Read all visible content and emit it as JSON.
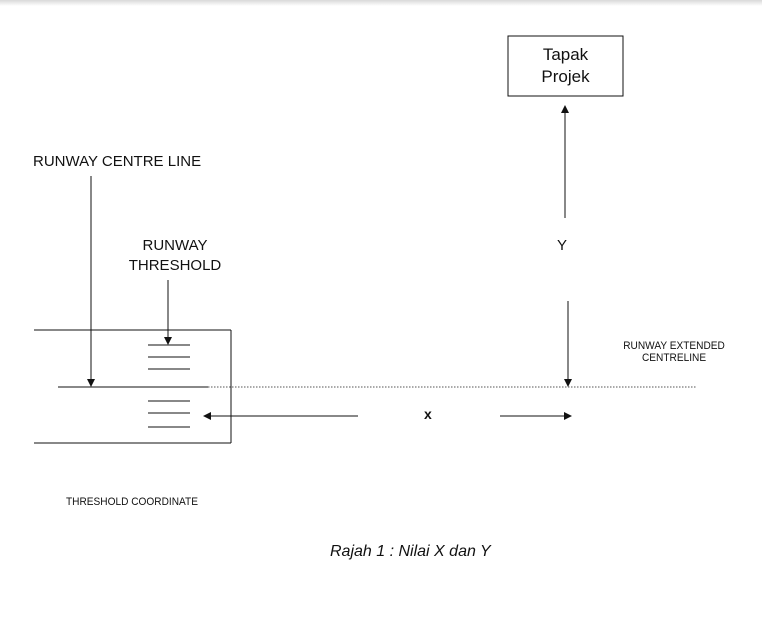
{
  "labels": {
    "project_site_line1": "Tapak",
    "project_site_line2": "Projek",
    "runway_centre_line": "RUNWAY CENTRE LINE",
    "runway_threshold_line1": "RUNWAY",
    "runway_threshold_line2": "THRESHOLD",
    "y_label": "Y",
    "x_label": "x",
    "extended_centreline_line1": "RUNWAY EXTENDED",
    "extended_centreline_line2": "CENTRELINE",
    "threshold_coordinate": "THRESHOLD COORDINATE"
  },
  "caption": "Rajah 1 : Nilai X dan Y",
  "colors": {
    "line": "#111111",
    "dotted": "#555555"
  }
}
